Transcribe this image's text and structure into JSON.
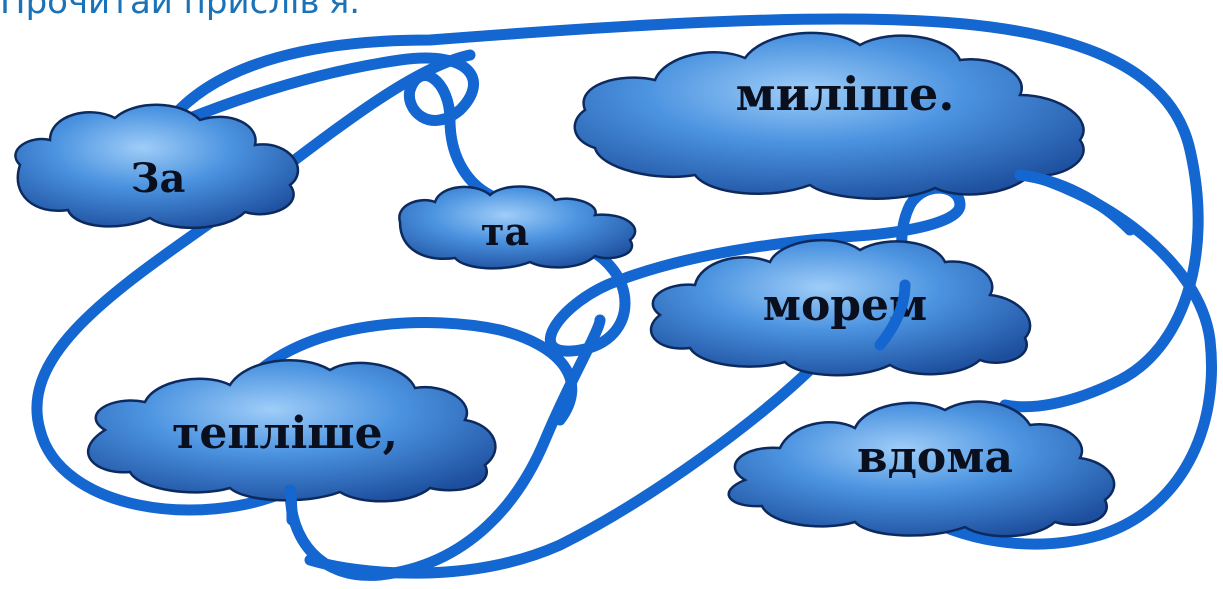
{
  "instruction": "Прочитай прислів'я.",
  "colors": {
    "thread": "#1466d0",
    "cloud_light": "#8ec3f5",
    "cloud_mid": "#3b86dc",
    "cloud_dark": "#1c4fa6",
    "cloud_outline": "#0d2a5e",
    "word": "#0a0f1e"
  },
  "clouds": [
    {
      "id": "za",
      "word": "За"
    },
    {
      "id": "ta",
      "word": "та"
    },
    {
      "id": "milishe",
      "word": "миліше."
    },
    {
      "id": "morem",
      "word": "морем"
    },
    {
      "id": "teplishe",
      "word": "тепліше,"
    },
    {
      "id": "vdoma",
      "word": "вдома"
    }
  ]
}
